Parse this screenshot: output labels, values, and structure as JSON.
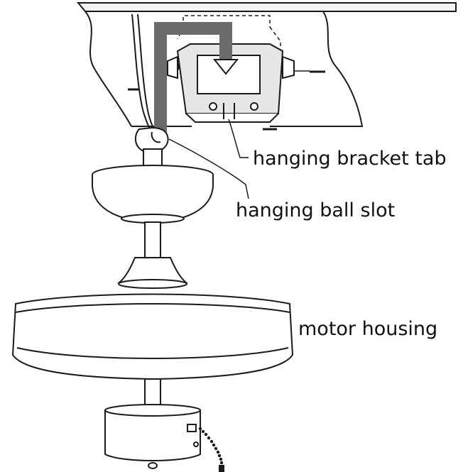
{
  "labels": {
    "hanging_bracket_tab": "hanging bracket tab",
    "hanging_ball_slot": "hanging ball slot",
    "motor_housing": "motor housing"
  },
  "colors": {
    "line": "#1a1a1a",
    "arrow": "#6b6b6b",
    "ceiling_fill": "#f2f2f2",
    "box_fill": "#e6e6e6"
  }
}
